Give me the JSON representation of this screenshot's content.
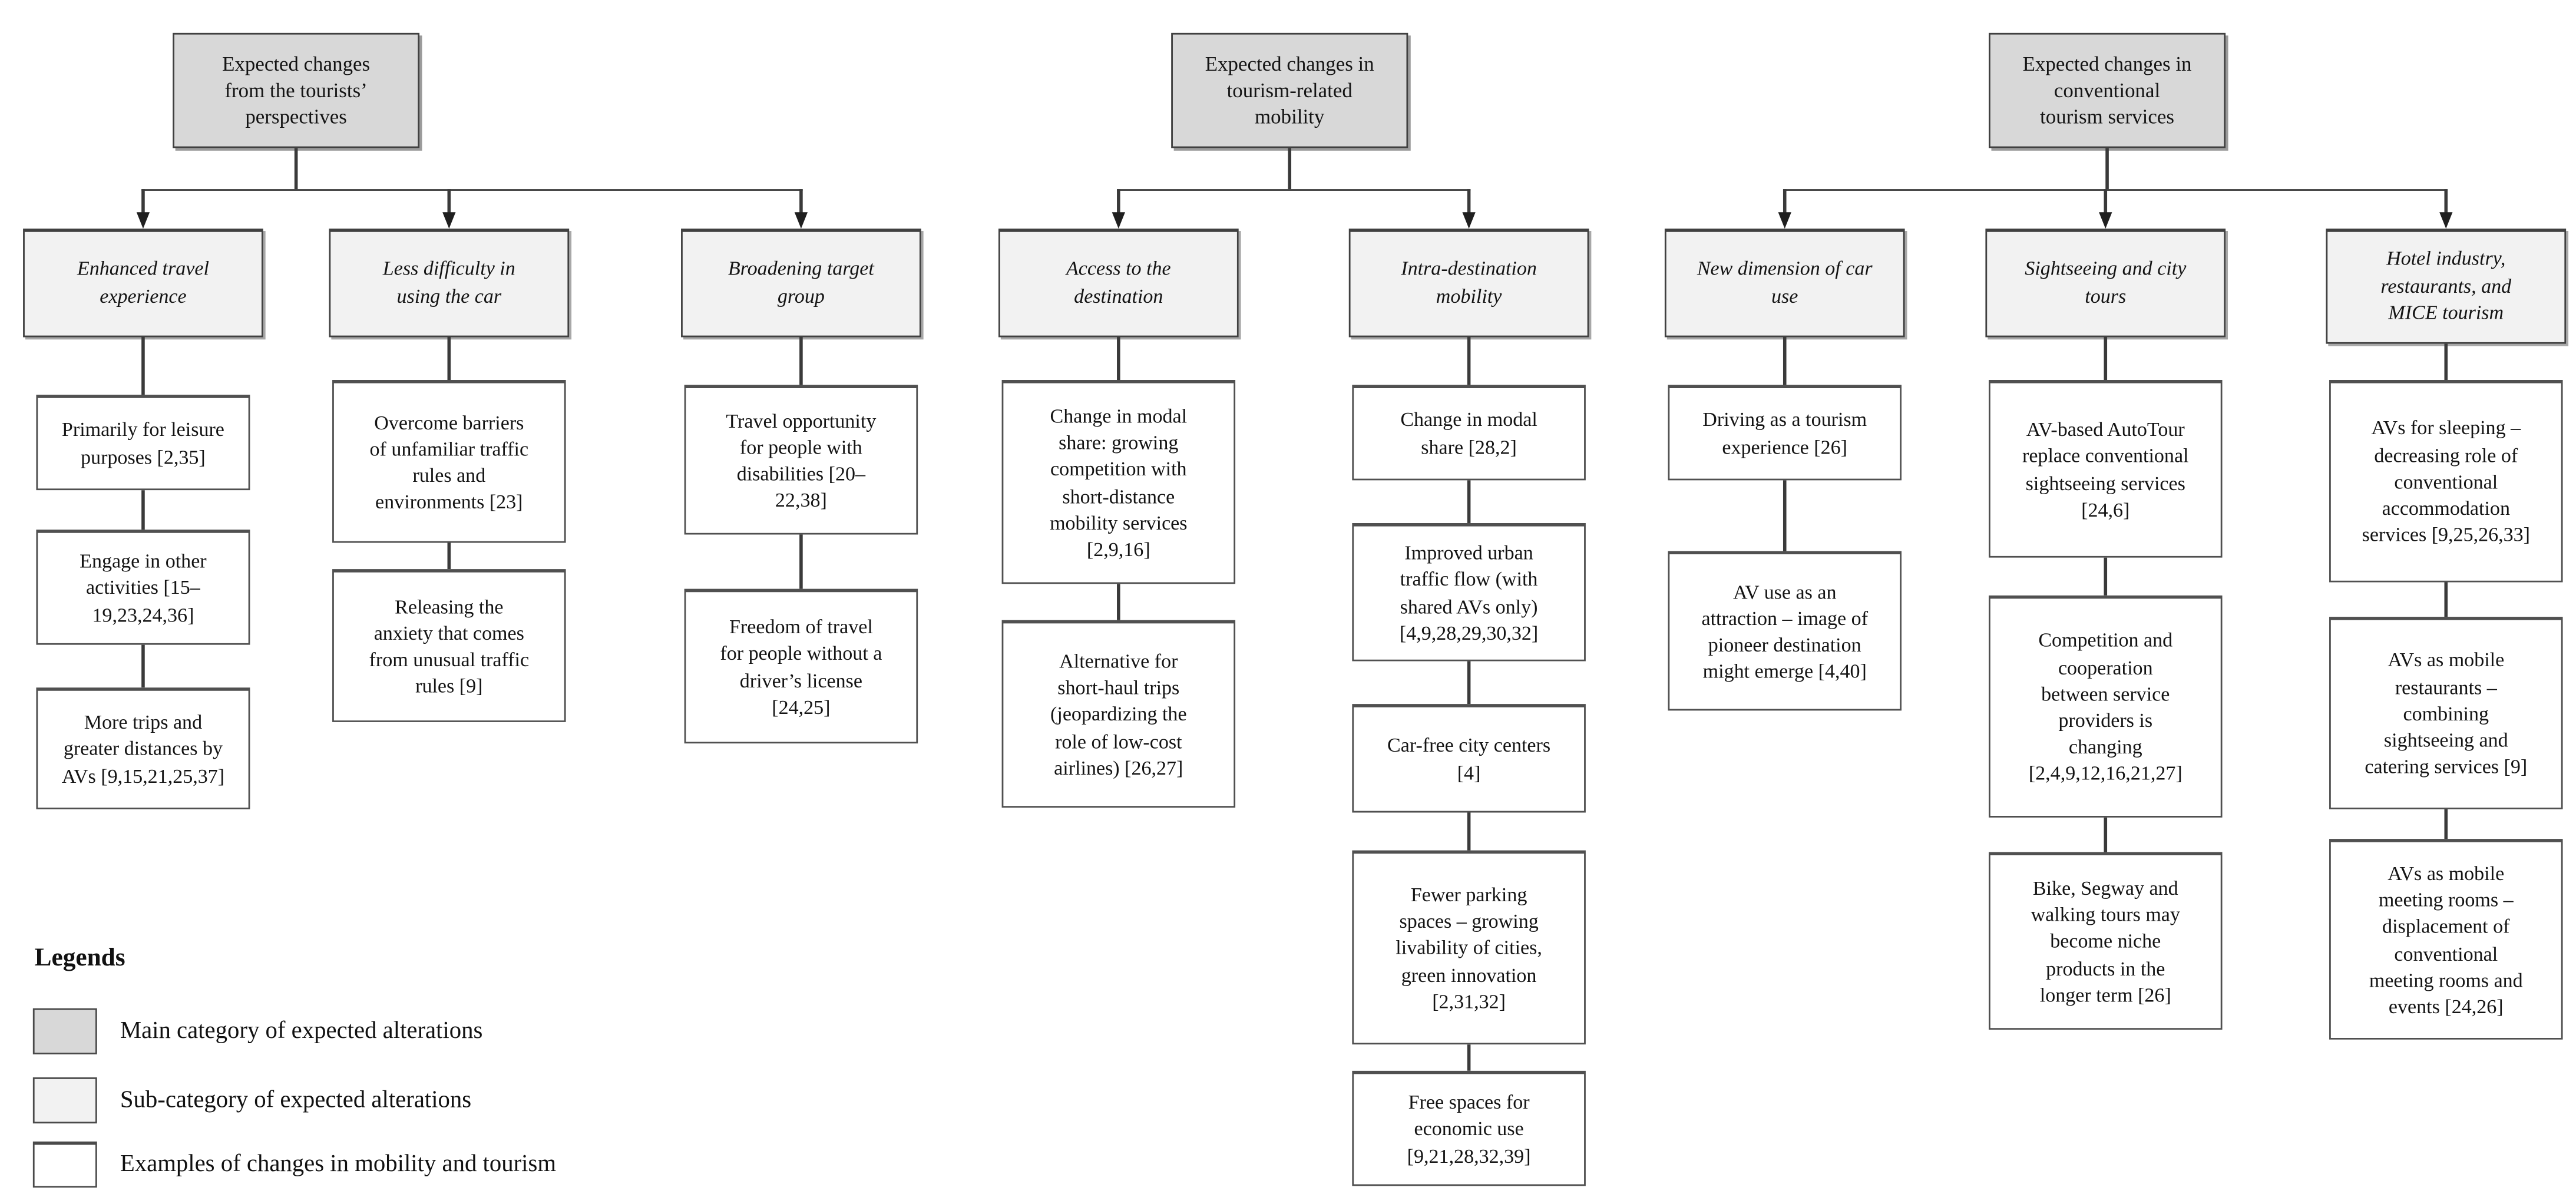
{
  "colors": {
    "main_category_fill": "#d8d8d8",
    "sub_category_fill": "#f2f2f2",
    "example_fill": "#ffffff",
    "box_border": "#404040",
    "connector": "#3a3a3a",
    "text": "#141414"
  },
  "tree": {
    "groups": [
      {
        "id": "tourists-perspectives",
        "main": "Expected changes\nfrom the tourists’\nperspectives",
        "columns": [
          {
            "sub": "Enhanced travel\nexperience",
            "leaves": [
              "Primarily for leisure\npurposes [2,35]",
              "Engage in other\nactivities [15–\n19,23,24,36]",
              "More trips and\ngreater distances by\nAVs [9,15,21,25,37]"
            ]
          },
          {
            "sub": "Less difficulty in\nusing the car",
            "leaves": [
              "Overcome barriers\nof unfamiliar traffic\nrules and\nenvironments [23]",
              "Releasing the\nanxiety that comes\nfrom unusual traffic\nrules [9]"
            ]
          },
          {
            "sub": "Broadening target\ngroup",
            "leaves": [
              "Travel opportunity\nfor people with\ndisabilities [20–\n22,38]",
              "Freedom of travel\nfor people without a\ndriver’s license\n[24,25]"
            ]
          }
        ]
      },
      {
        "id": "tourism-related-mobility",
        "main": "Expected changes in\ntourism-related\nmobility",
        "columns": [
          {
            "sub": "Access to the\ndestination",
            "leaves": [
              "Change in modal\nshare: growing\ncompetition with\nshort-distance\nmobility services\n[2,9,16]",
              "Alternative for\nshort-haul trips\n(jeopardizing the\nrole of low-cost\nairlines) [26,27]"
            ]
          },
          {
            "sub": "Intra-destination\nmobility",
            "leaves": [
              "Change in modal\nshare [28,2]",
              "Improved urban\ntraffic flow (with\nshared AVs only)\n[4,9,28,29,30,32]",
              "Car-free city centers\n[4]",
              "Fewer parking\nspaces – growing\nlivability of cities,\ngreen innovation\n[2,31,32]",
              "Free spaces for\neconomic use\n[9,21,28,32,39]"
            ]
          }
        ]
      },
      {
        "id": "conventional-tourism-services",
        "main": "Expected changes in\nconventional\ntourism services",
        "columns": [
          {
            "sub": "New dimension of car\nuse",
            "leaves": [
              "Driving as a tourism\nexperience [26]",
              "AV use as an\nattraction – image of\npioneer destination\nmight emerge [4,40]"
            ]
          },
          {
            "sub": "Sightseeing and city\ntours",
            "leaves": [
              "AV-based AutoTour\nreplace conventional\nsightseeing services\n[24,6]",
              "Competition and\ncooperation\nbetween service\nproviders is\nchanging\n[2,4,9,12,16,21,27]",
              "Bike, Segway and\nwalking tours may\nbecome niche\nproducts in the\nlonger term [26]"
            ]
          },
          {
            "sub": "Hotel industry,\nrestaurants, and\nMICE tourism",
            "leaves": [
              "AVs for sleeping –\ndecreasing role of\nconventional\naccommodation\nservices [9,25,26,33]",
              "AVs as mobile\nrestaurants –\ncombining\nsightseeing and\ncatering services [9]",
              "AVs as mobile\nmeeting rooms –\ndisplacement of\nconventional\nmeeting rooms and\nevents [24,26]"
            ]
          }
        ]
      }
    ]
  },
  "legend": {
    "title": "Legends",
    "items": [
      {
        "label": "Main category of expected alterations",
        "fill": "#d8d8d8"
      },
      {
        "label": "Sub-category of expected alterations",
        "fill": "#f2f2f2"
      },
      {
        "label": "Examples of changes in mobility and tourism",
        "fill": "#ffffff"
      }
    ]
  }
}
